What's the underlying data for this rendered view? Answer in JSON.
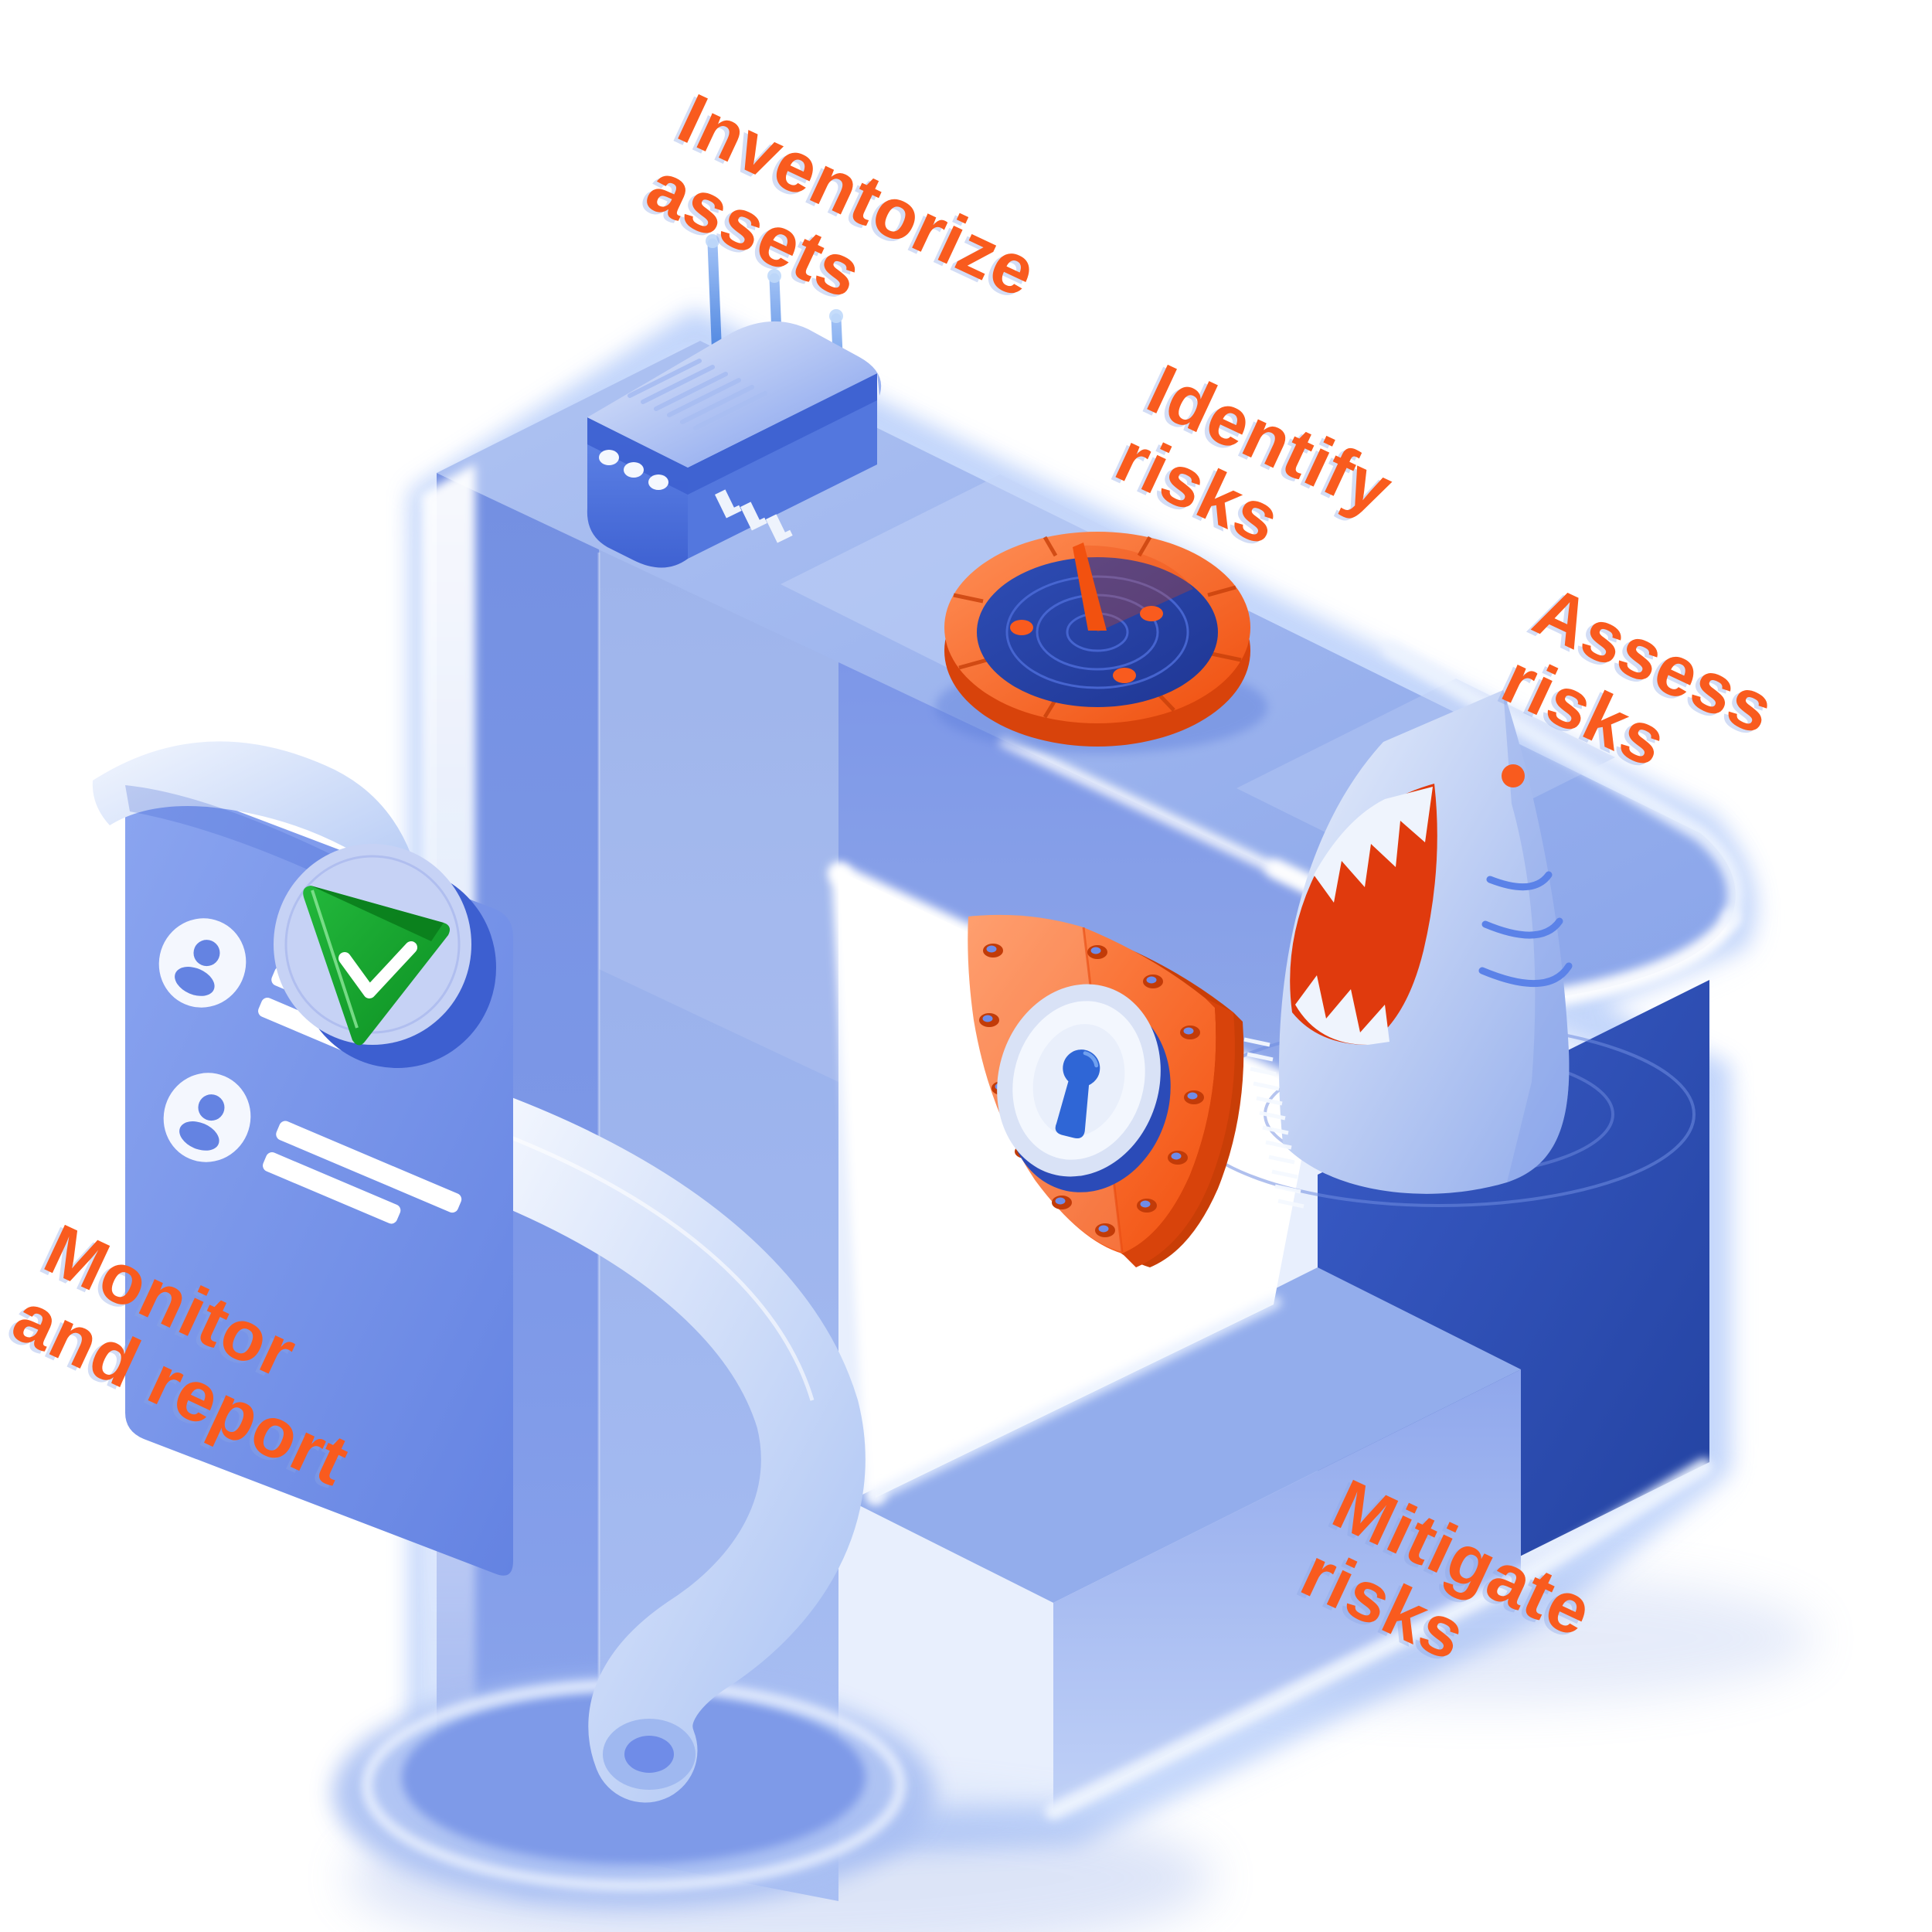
{
  "title": "Risk management cycle illustration",
  "background": "#FFFFFF",
  "palette": {
    "orange": "#F95B1E",
    "orange_deep": "#E8430A",
    "orange_light": "#FF8A54",
    "navy": "#22419E",
    "blue_dark": "#2B4BB5",
    "blue_face": "#7B97E6",
    "blue_top": "#93ADEC",
    "blue_light": "#BCCEF6",
    "glow_white": "#F4F8FE",
    "halo_blue": "#B7CEFA",
    "shark_blue": "#9FB6EF",
    "green_check": "#12A52E",
    "background": "#FFFFFF"
  },
  "labels": {
    "inventorize": {
      "line1": "Inventorize",
      "line2": "assets"
    },
    "identify": {
      "line1": "Identify",
      "line2": "risks"
    },
    "assess": {
      "line1": "Assess",
      "line2": "risks"
    },
    "mitigate": {
      "line1": "Mitigate",
      "line2": "risks"
    },
    "monitor": {
      "line1": "Monitor",
      "line2": "and report"
    }
  },
  "icons": {
    "router": "router-icon",
    "radar": "radar-icon",
    "shark": "shark-threat-icon",
    "shield_lock": "shield-lock-icon",
    "report": "report-checklist-icon",
    "check_flag": "check-flag-icon"
  }
}
